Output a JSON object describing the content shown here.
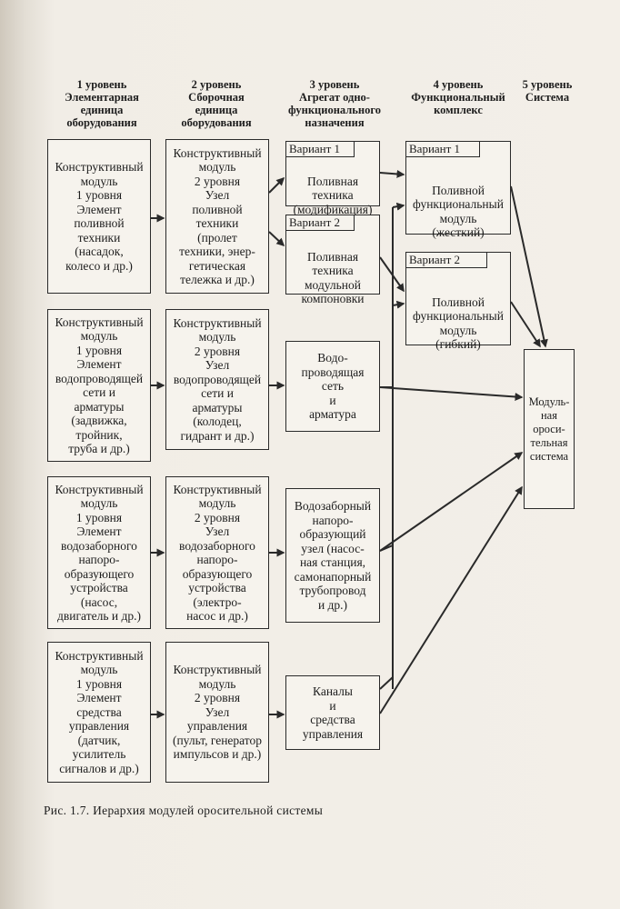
{
  "levels": [
    {
      "title": "1 уровень\nЭлементарная\nединица\nоборудования"
    },
    {
      "title": "2 уровень\nСборочная\nединица\nоборудования"
    },
    {
      "title": "3 уровень\nАгрегат одно-\nфункционального\nназначения"
    },
    {
      "title": "4 уровень\nФункциональный\nкомплекс"
    },
    {
      "title": "5 уровень\nСистема"
    }
  ],
  "level1": [
    {
      "text": "Конструктивный\nмодуль\n1 уровня\nЭлемент\nполивной\nтехники\n(насадок,\nколесо и др.)"
    },
    {
      "text": "Конструктивный\nмодуль\n1 уровня\nЭлемент\nводопроводящей\nсети и\nарматуры\n(задвижка,\nтройник,\nтруба и др.)"
    },
    {
      "text": "Конструктивный\nмодуль\n1 уровня\nЭлемент\nводозаборного\nнапоро-\nобразующего\nустройства\n(насос,\nдвигатель и др.)"
    },
    {
      "text": "Конструктивный\nмодуль\n1 уровня\nЭлемент\nсредства\nуправления\n(датчик,\nусилитель\nсигналов и др.)"
    }
  ],
  "level2": [
    {
      "text": "Конструктивный\nмодуль\n2 уровня\nУзел\nполивной\nтехники\n(пролет\nтехники, энер-\nгетическая\nтележка и др.)"
    },
    {
      "text": "Конструктивный\nмодуль\n2 уровня\nУзел\nводопроводящей\nсети и\nарматуры\n(колодец,\nгидрант и др.)"
    },
    {
      "text": "Конструктивный\nмодуль\n2 уровня\nУзел\nводозаборного\nнапоро-\nобразующего\nустройства\n(электро-\nнасос и др.)"
    },
    {
      "text": "Конструктивный\nмодуль\n2 уровня\nУзел\nуправления\n(пульт, генератор\nимпульсов и др.)"
    }
  ],
  "level3": [
    {
      "variant": "Вариант 1",
      "text": "Поливная\nтехника\n(модификация)"
    },
    {
      "variant": "Вариант 2",
      "text": "Поливная\nтехника\nмодульной\nкомпоновки"
    },
    {
      "variant": "",
      "text": "Водо-\nпроводящая\nсеть\nи\nарматура"
    },
    {
      "variant": "",
      "text": "Водозаборный\nнапоро-\nобразующий\nузел (насос-\nная станция,\nсамонапорный\nтрубопровод\nи др.)"
    },
    {
      "variant": "",
      "text": "Каналы\nи\nсредства\nуправления"
    }
  ],
  "level4": [
    {
      "variant": "Вариант 1",
      "text": "Поливной\nфункциональный\nмодуль\n(жесткий)"
    },
    {
      "variant": "Вариант 2",
      "text": "Поливной\nфункциональный\nмодуль\n(гибкий)"
    }
  ],
  "level5": {
    "text": "Модуль-\nная\nороси-\nтельная\nсистема"
  },
  "caption": "Рис. 1.7. Иерархия модулей оросительной системы",
  "colors": {
    "ink": "#2a2a2a",
    "paper": "#f3efe8"
  }
}
